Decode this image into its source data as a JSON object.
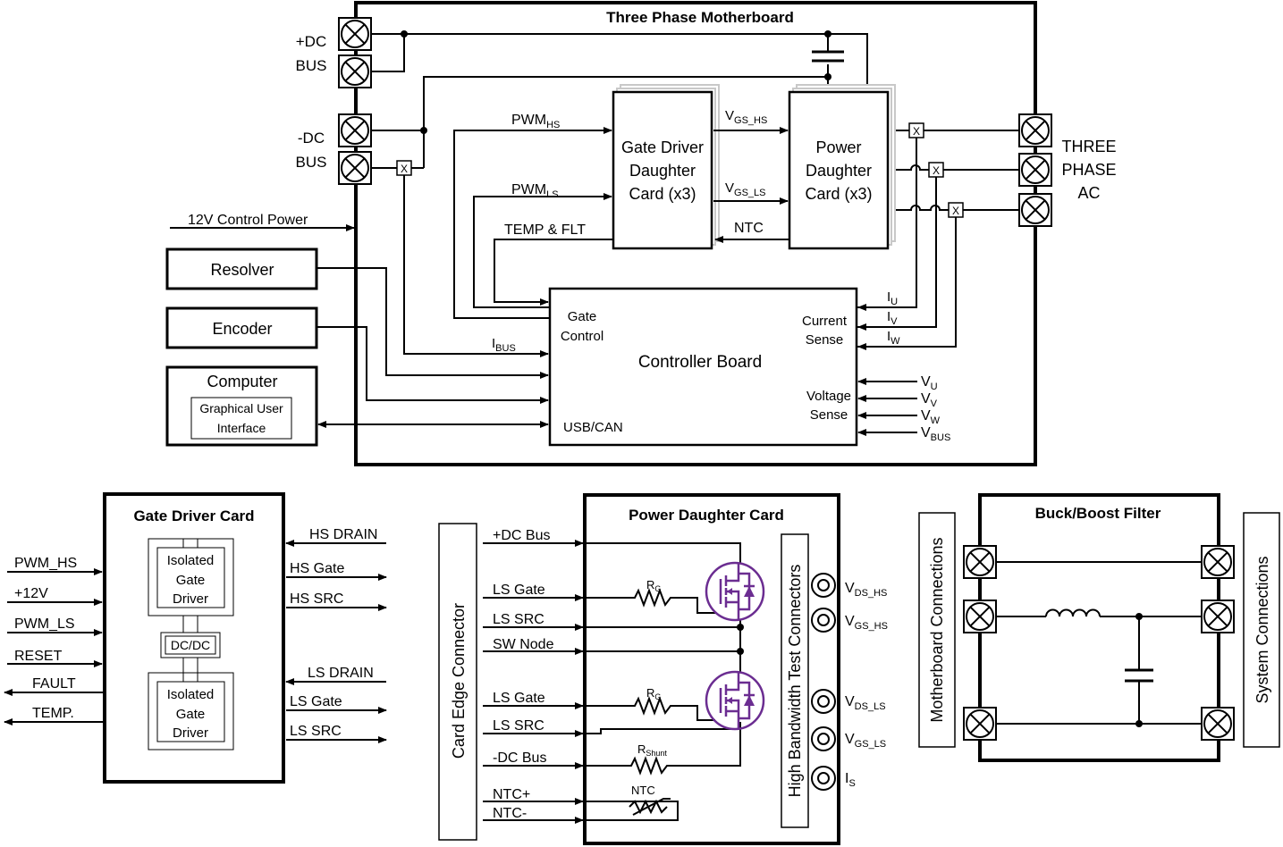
{
  "motherboard": {
    "title": "Three Phase Motherboard",
    "dc_pos": [
      "+DC",
      "BUS"
    ],
    "dc_neg": [
      "-DC",
      "BUS"
    ],
    "ac": [
      "THREE",
      "PHASE",
      "AC"
    ],
    "control_power": "12V Control Power",
    "gate_driver": [
      "Gate Driver",
      "Daughter",
      "Card (x3)"
    ],
    "power_card": [
      "Power",
      "Daughter",
      "Card (x3)"
    ],
    "pwm_hs": "PWM",
    "pwm_hs_sub": "HS",
    "pwm_ls": "PWM",
    "pwm_ls_sub": "LS",
    "vgs_hs": "V",
    "vgs_hs_sub": "GS_HS",
    "vgs_ls": "V",
    "vgs_ls_sub": "GS_LS",
    "ntc": "NTC",
    "temp_flt": "TEMP & FLT",
    "x_mark": "X",
    "resolver": "Resolver",
    "encoder": "Encoder",
    "computer": "Computer",
    "gui": [
      "Graphical User",
      "Interface"
    ],
    "controller": "Controller Board",
    "gate_control": [
      "Gate",
      "Control"
    ],
    "ibus": "I",
    "ibus_sub": "BUS",
    "usb_can": "USB/CAN",
    "current_sense": [
      "Current",
      "Sense"
    ],
    "voltage_sense": [
      "Voltage",
      "Sense"
    ],
    "iu": "I",
    "iu_sub": "U",
    "iv": "I",
    "iv_sub": "V",
    "iw": "I",
    "iw_sub": "W",
    "vu": "V",
    "vu_sub": "U",
    "vv": "V",
    "vv_sub": "V",
    "vw": "V",
    "vw_sub": "W",
    "vbus": "V",
    "vbus_sub": "BUS"
  },
  "gate_driver_card": {
    "title": "Gate Driver Card",
    "inputs": [
      "PWM_HS",
      "+12V",
      "PWM_LS",
      "RESET"
    ],
    "outputs_left": [
      "FAULT",
      "TEMP."
    ],
    "isolated": [
      "Isolated",
      "Gate",
      "Driver"
    ],
    "dcdc": "DC/DC",
    "hs_drain": "HS DRAIN",
    "hs_gate": "HS Gate",
    "hs_src": "HS SRC",
    "ls_drain": "LS DRAIN",
    "ls_gate": "LS Gate",
    "ls_src": "LS SRC"
  },
  "power_daughter_card": {
    "title": "Power Daughter Card",
    "edge_connector": "Card Edge Connector",
    "signals": [
      "+DC Bus",
      "LS Gate",
      "LS SRC",
      "SW Node",
      "LS Gate",
      "LS SRC",
      "-DC Bus",
      "NTC+",
      "NTC-"
    ],
    "rg": "R",
    "rg_sub": "G",
    "rshunt": "R",
    "rshunt_sub": "Shunt",
    "ntc": "NTC",
    "test_connectors": "High Bandwidth Test Connectors",
    "probes": [
      {
        "main": "V",
        "sub": "DS_HS"
      },
      {
        "main": "V",
        "sub": "GS_HS"
      },
      {
        "main": "V",
        "sub": "DS_LS"
      },
      {
        "main": "V",
        "sub": "GS_LS"
      },
      {
        "main": "I",
        "sub": "S"
      }
    ]
  },
  "buck_boost": {
    "title": "Buck/Boost Filter",
    "left": "Motherboard Connections",
    "right": "System Connections"
  },
  "colors": {
    "mosfet": "#6b2d91",
    "line": "#000000",
    "shadow": "#c8c8c8"
  }
}
